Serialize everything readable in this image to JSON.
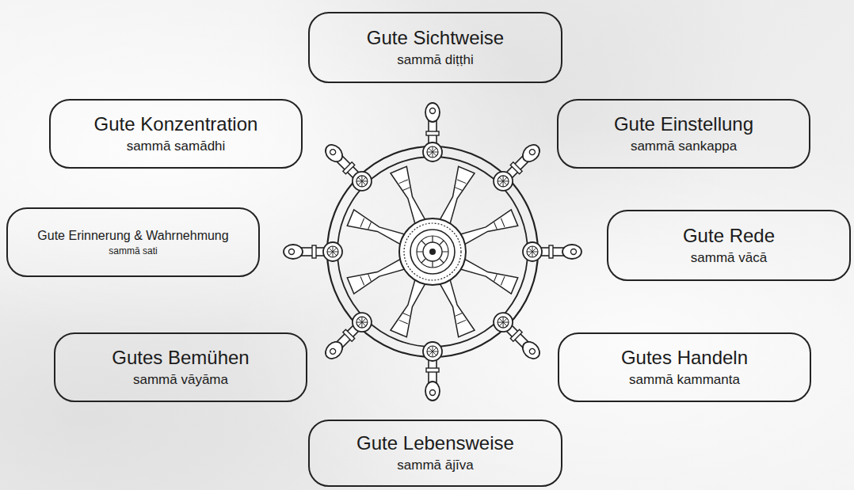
{
  "diagram": {
    "nodes": [
      {
        "text": [
          "Gute Sichtweise",
          "sammā diṭṭhi"
        ]
      },
      {
        "text": [
          "Gute Konzentration",
          "sammā samādhi"
        ]
      },
      {
        "text": [
          "Gute Einstellung",
          "sammā sankappa"
        ]
      },
      {
        "text": [
          "Gute Erinnerung & Wahrnehmung",
          "sammā sati"
        ]
      },
      {
        "text": [
          "Gute Rede",
          "sammā vācā"
        ]
      },
      {
        "text": [
          "Gutes Bemühen",
          "sammā vāyāma"
        ]
      },
      {
        "text": [
          "Gutes Handeln",
          "sammā kammanta"
        ]
      },
      {
        "text": [
          "Gute Lebensweise",
          "sammā ājīva"
        ]
      }
    ]
  }
}
